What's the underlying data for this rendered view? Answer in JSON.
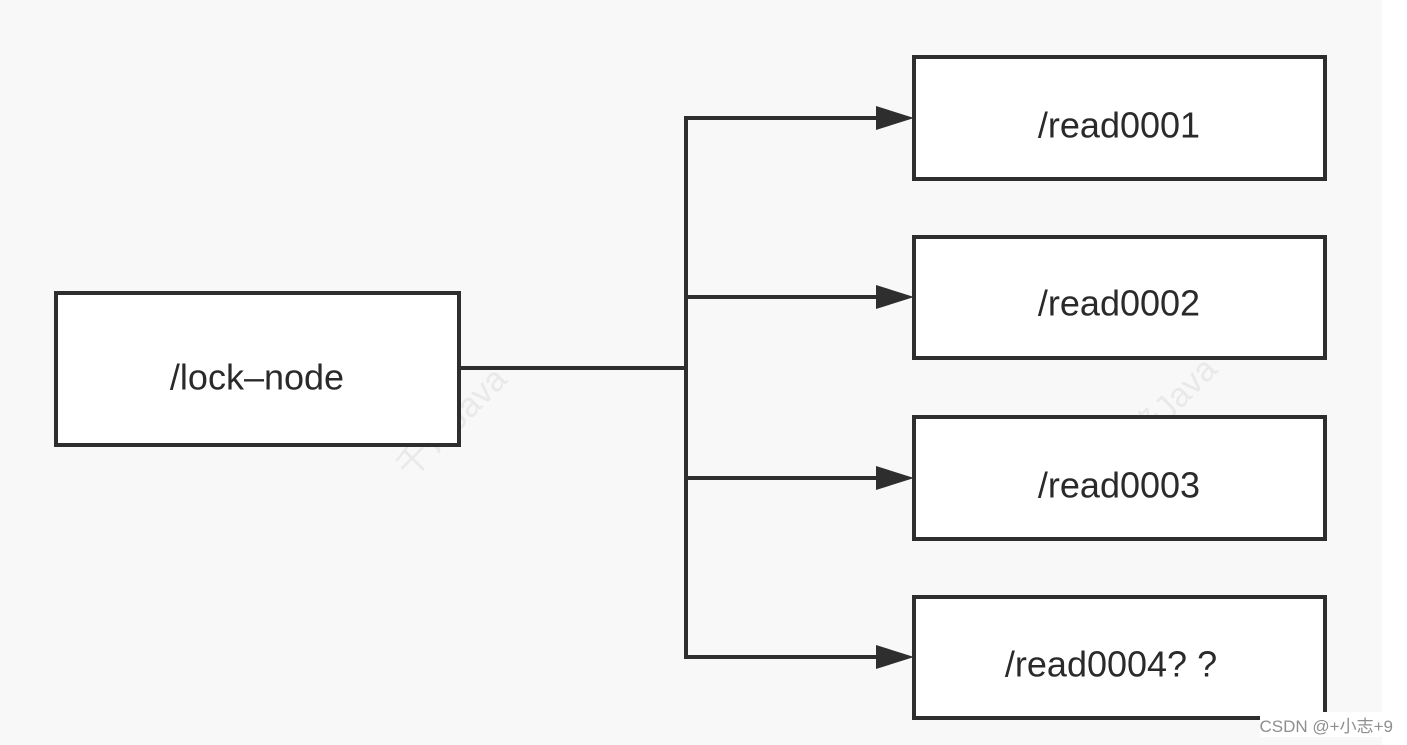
{
  "diagram": {
    "root": {
      "id": "lock-node",
      "label": "/lock–node"
    },
    "children": [
      {
        "id": "read0001",
        "label": "/read0001"
      },
      {
        "id": "read0002",
        "label": "/read0002"
      },
      {
        "id": "read0003",
        "label": "/read0003"
      },
      {
        "id": "read0004",
        "label": "/read0004? ?"
      }
    ],
    "edges": [
      {
        "from": "lock-node",
        "to": "read0001"
      },
      {
        "from": "lock-node",
        "to": "read0002"
      },
      {
        "from": "lock-node",
        "to": "read0003"
      },
      {
        "from": "lock-node",
        "to": "read0004"
      }
    ]
  },
  "watermarks": [
    "千锋Java",
    "千锋Java"
  ],
  "credit": "CSDN @+小志+9",
  "colors": {
    "background": "#f8f8f8",
    "stroke": "#2e2e2e",
    "node_fill": "#ffffff",
    "watermark": "#e9e9e9"
  }
}
